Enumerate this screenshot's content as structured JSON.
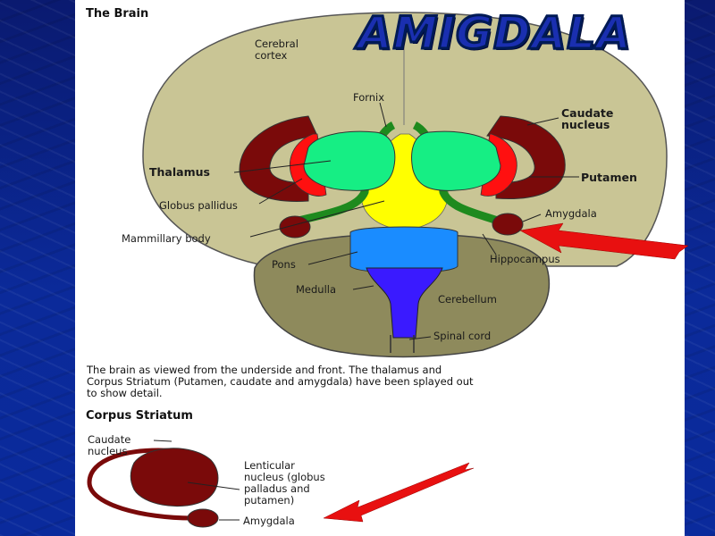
{
  "slide": {
    "title": "AMIGDALA"
  },
  "figure_top": {
    "heading": "The Brain",
    "labels": {
      "cerebral_cortex": "Cerebral\ncortex",
      "fornix": "Fornix",
      "caudate_nucleus": "Caudate\nnucleus",
      "thalamus": "Thalamus",
      "putamen": "Putamen",
      "globus_pallidus": "Globus pallidus",
      "amygdala": "Amygdala",
      "mammillary_body": "Mammillary body",
      "hippocampus": "Hippocampus",
      "pons": "Pons",
      "medulla": "Medulla",
      "cerebellum": "Cerebellum",
      "spinal_cord": "Spinal cord"
    },
    "caption": "The brain as viewed from the underside and front.  The thalamus and\nCorpus Striatum (Putamen, caudate and amygdala) have been splayed out\nto show detail."
  },
  "figure_bottom": {
    "heading": "Corpus Striatum",
    "labels": {
      "caudate_nucleus": "Caudate\nnucleus",
      "lenticular_nucleus": "Lenticular\nnucleus (globus\npalladus and\nputamen)",
      "amygdala": "Amygdala"
    }
  },
  "colors": {
    "background": "#0b2a9a",
    "title_fill": "#1a2fb0",
    "arrow": "#e81010",
    "cortex": "#c9c595",
    "dark_red": "#7a0a0a",
    "red": "#ff1010",
    "thalamus": "#16ee84",
    "green_tract": "#1e8a1e",
    "yellow": "#ffff00",
    "pons": "#1a8cff",
    "medulla": "#3a1aff",
    "cerebellum": "#8e8a5c"
  }
}
